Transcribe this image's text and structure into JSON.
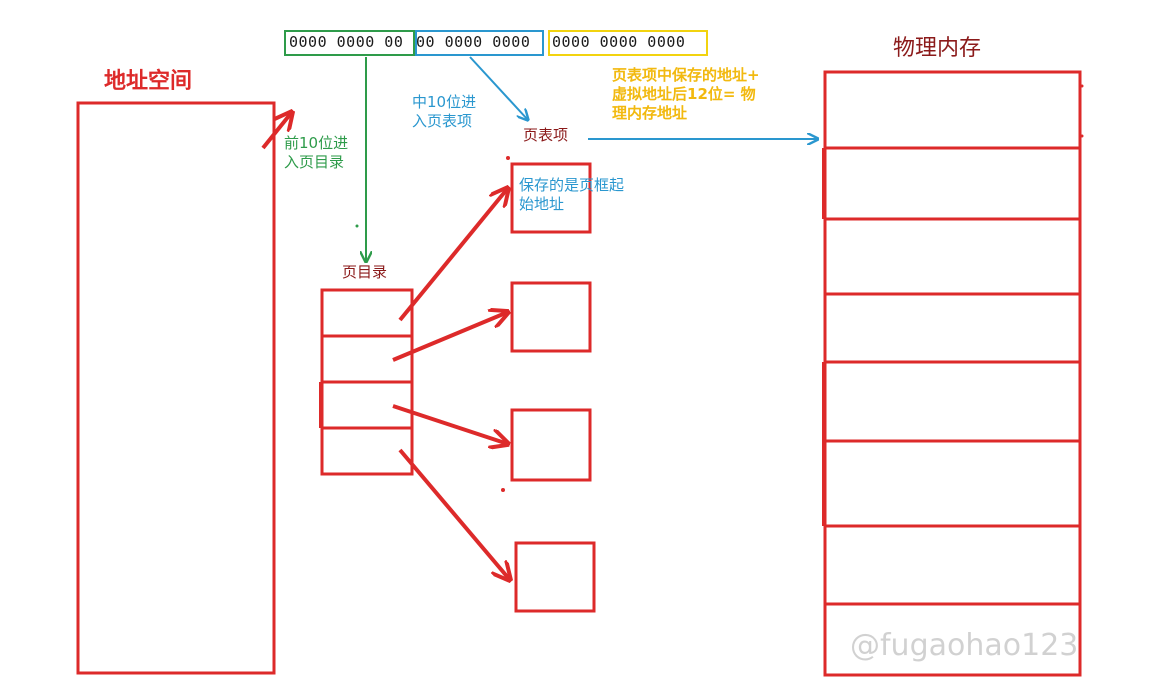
{
  "labels": {
    "address_space": "地址空间",
    "physical_memory": "物理内存",
    "page_directory": "页目录",
    "page_table_entry": "页表项",
    "first10_line1": "前10位进",
    "first10_line2": "入页目录",
    "mid10_line1": "中10位进",
    "mid10_line2": "入页表项",
    "frame_line1": "保存的是页框起",
    "frame_line2": "始地址",
    "phys_line1": "页表项中保存的地址+",
    "phys_line2": "虚拟地址后12位=  物",
    "phys_line3": "理内存地址"
  },
  "address_bits": {
    "first": "0000  0000  00",
    "second": "00  0000  0000",
    "third": "0000  0000  0000"
  },
  "colors": {
    "red": "#dd2a2a",
    "green": "#2e9b4a",
    "blue": "#2a97cf",
    "yellow": "#f2d30f",
    "dark_red": "#8b1a1a"
  },
  "watermark": "@fugaohao123"
}
